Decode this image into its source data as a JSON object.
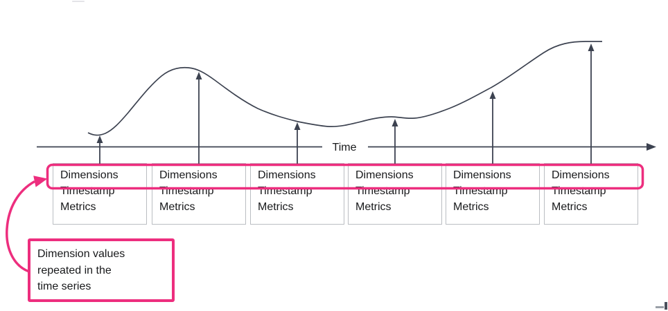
{
  "diagram": {
    "axis": {
      "label": "Time"
    },
    "records": [
      {
        "fields": [
          "Dimensions",
          "Timestamp",
          "Metrics"
        ]
      },
      {
        "fields": [
          "Dimensions",
          "Timestamp",
          "Metrics"
        ]
      },
      {
        "fields": [
          "Dimensions",
          "Timestamp",
          "Metrics"
        ]
      },
      {
        "fields": [
          "Dimensions",
          "Timestamp",
          "Metrics"
        ]
      },
      {
        "fields": [
          "Dimensions",
          "Timestamp",
          "Metrics"
        ]
      },
      {
        "fields": [
          "Dimensions",
          "Timestamp",
          "Metrics"
        ]
      }
    ],
    "callout": {
      "lines": [
        "Dimension values",
        "repeated in the",
        "time series"
      ]
    },
    "icons": {
      "value_arrow": "up-arrowhead-icon",
      "axis_arrow": "right-arrowhead-icon",
      "callout_arrow": "curved-right-arrowhead-icon"
    },
    "colors": {
      "accent_pink": "#ed2e7e",
      "line_dark": "#3c4250",
      "box_border": "#babdc2",
      "text": "#18191b"
    }
  }
}
